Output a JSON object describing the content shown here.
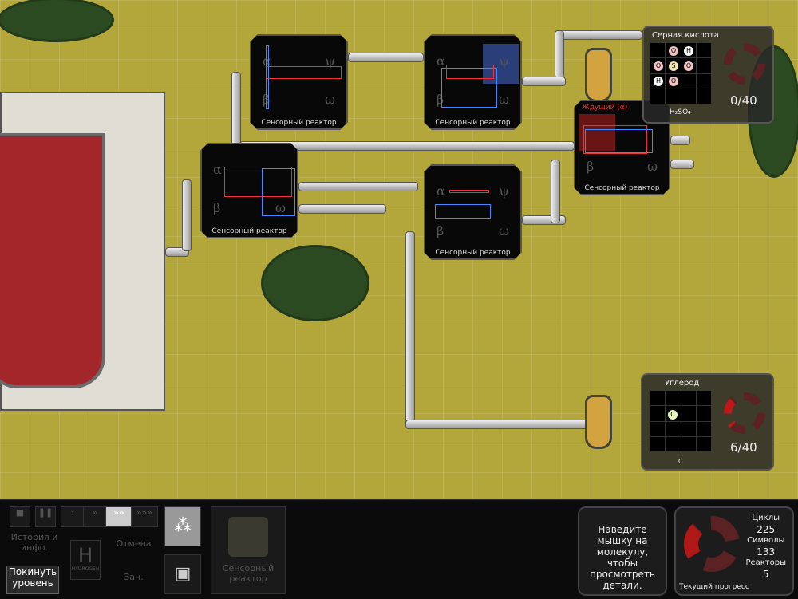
{
  "reactors": [
    {
      "label": "Сенсорный реактор"
    },
    {
      "label": "Сенсорный реактор"
    },
    {
      "label": "Сенсорный реактор"
    },
    {
      "label": "Сенсорный реактор"
    },
    {
      "label": "Сенсорный реактор",
      "status": "Ждущий (α)"
    }
  ],
  "greek": {
    "alpha": "α",
    "beta": "β",
    "psi": "ψ",
    "omega": "ω"
  },
  "outputs": [
    {
      "title": "Серная кислота",
      "formula": "H₂SO₄",
      "count": "0/40",
      "atoms": [
        "O",
        "H",
        "O",
        "S",
        "O",
        "H",
        "O"
      ]
    },
    {
      "title": "Углерод",
      "formula": "C",
      "count": "6/40",
      "atoms": [
        "C"
      ]
    }
  ],
  "toolbar": {
    "history": "История и инфо.",
    "exit": "Покинуть уровень",
    "element_symbol": "H",
    "element_name": "HYDROGEN",
    "undo": "Отмена",
    "busy": "Зан.",
    "reactor_type": "Сенсорный реактор"
  },
  "hint": "Наведите мышку на молекулу, чтобы просмотреть детали.",
  "stats": {
    "cycles_label": "Циклы",
    "cycles": "225",
    "symbols_label": "Символы",
    "symbols": "133",
    "reactors_label": "Реакторы",
    "reactors": "5",
    "progress_label": "Текущий прогресс"
  },
  "colors": {
    "accent_red": "#e33333",
    "accent_blue": "#4488ff",
    "field": "#b3a63a"
  }
}
